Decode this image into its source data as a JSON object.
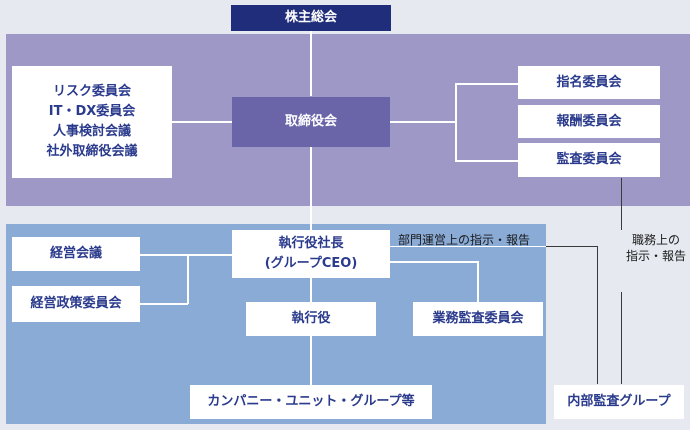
{
  "shareholders": "株主総会",
  "board": "取締役会",
  "advisory_committees": [
    "リスク委員会",
    "IT・DX委員会",
    "人事検討会議",
    "社外取締役会議"
  ],
  "board_committees": [
    "指名委員会",
    "報酬委員会",
    "監査委員会"
  ],
  "president": [
    "執行役社長",
    "(グループCEO)"
  ],
  "management_meeting": "経営会議",
  "management_policy_committee": "経営政策委員会",
  "executive_officers": "執行役",
  "business_audit_committee": "業務監査委員会",
  "companies": "カンパニー・ユニット・グループ等",
  "internal_audit_group": "内部監査グループ",
  "label_dept_instruction": "部門運営上の指示・報告",
  "label_duty_instruction": [
    "職務上の",
    "指示・報告"
  ]
}
